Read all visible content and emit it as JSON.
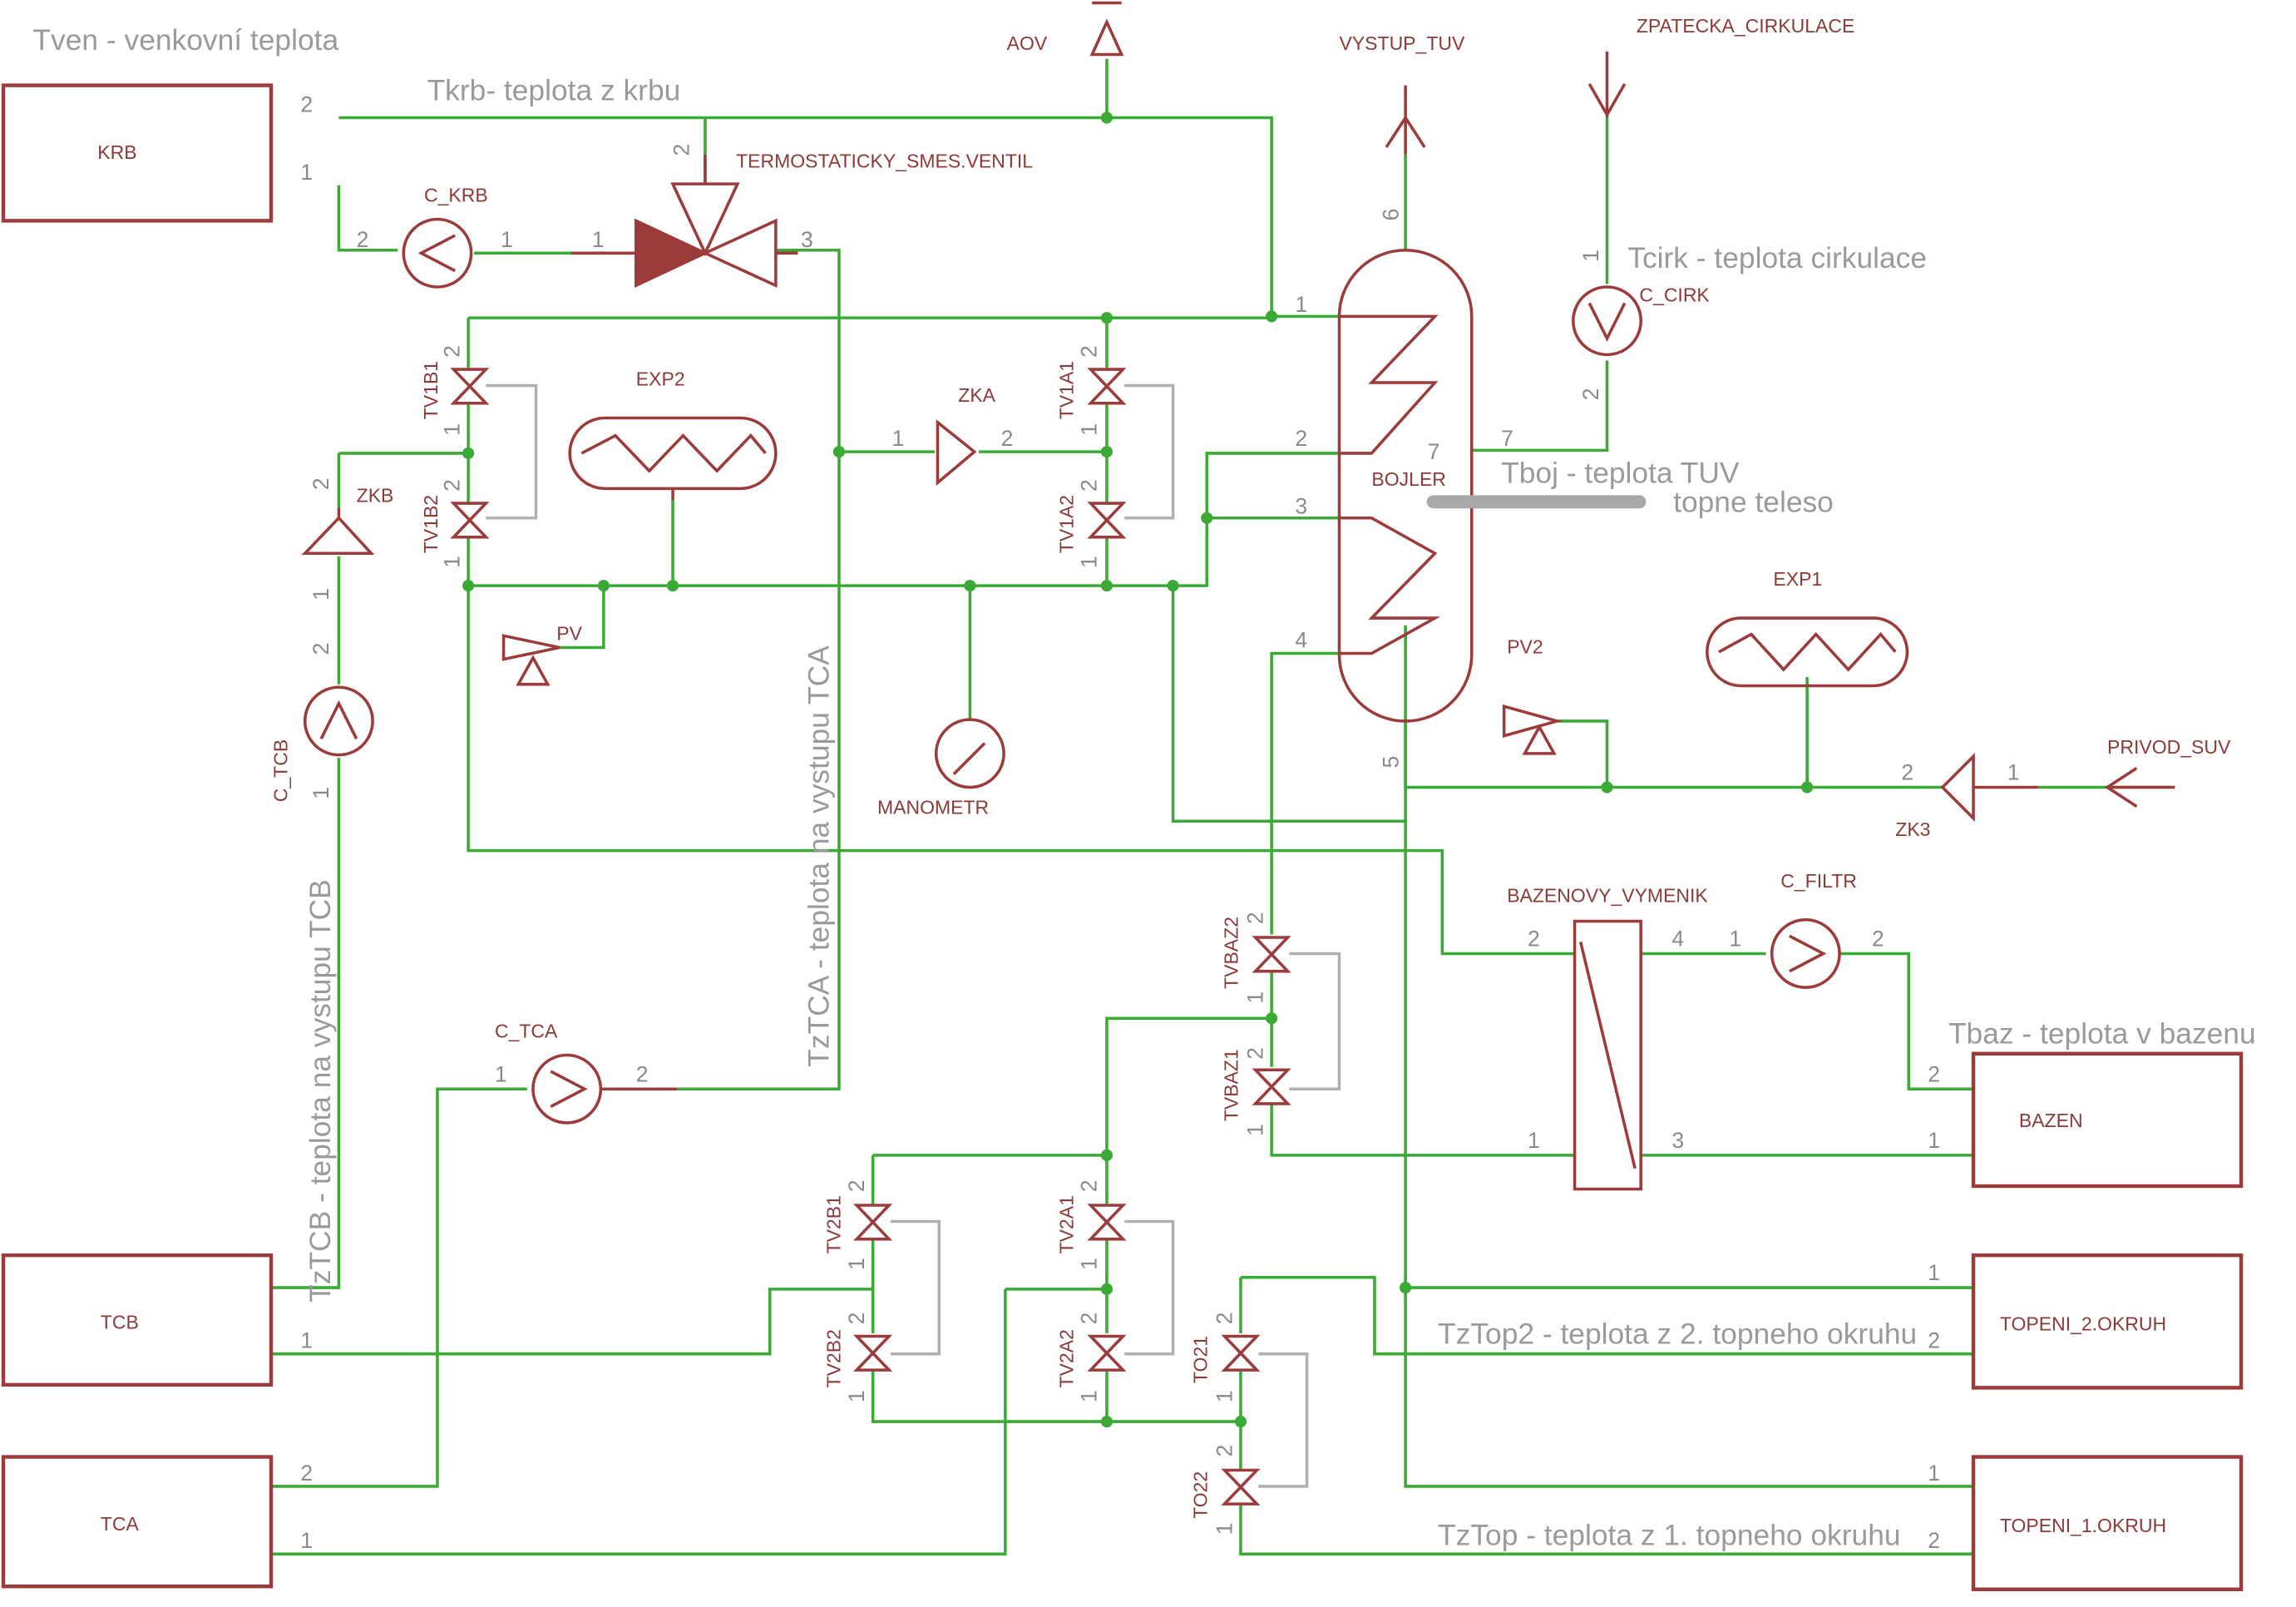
{
  "notes": {
    "tven": "Tven - venkovní teplota",
    "tkrb": "Tkrb- teplota z krbu",
    "tcirk": "Tcirk - teplota cirkulace",
    "tboj": "Tboj - teplota TUV",
    "teleso": "topne teleso",
    "tztca": "TzTCA - teplota na vystupu TCA",
    "tztcb": "TzTCB - teplota na vystupu TCB",
    "tbaz": "Tbaz - teplota v bazenu",
    "tztop2": "TzTop2 - teplota z 2. topneho okruhu",
    "tztop": "TzTop - teplota z 1. topneho okruhu"
  },
  "blocks": {
    "krb": "KRB",
    "tcb": "TCB",
    "tca": "TCA",
    "bazen": "BAZEN",
    "topeni2": "TOPENI_2.OKRUH",
    "topeni1": "TOPENI_1.OKRUH"
  },
  "components": {
    "aov": "AOV",
    "vystup_tuv": "VYSTUP_TUV",
    "zpatecka": "ZPATECKA_CIRKULACE",
    "ventil": "TERMOSTATICKY_SMES.VENTIL",
    "c_krb": "C_KRB",
    "c_cirk": "C_CIRK",
    "bojler": "BOJLER",
    "exp2": "EXP2",
    "zka": "ZKA",
    "zkb": "ZKB",
    "pv": "PV",
    "pv2": "PV2",
    "exp1": "EXP1",
    "privod": "PRIVOD_SUV",
    "zk3": "ZK3",
    "manometr": "MANOMETR",
    "c_tcb": "C_TCB",
    "c_tca": "C_TCA",
    "c_filtr": "C_FILTR",
    "vymenik": "BAZENOVY_VYMENIK",
    "tv1b1": "TV1B1",
    "tv1b2": "TV1B2",
    "tv1a1": "TV1A1",
    "tv1a2": "TV1A2",
    "tvbaz2": "TVBAZ2",
    "tvbaz1": "TVBAZ1",
    "tv2b1": "TV2B1",
    "tv2b2": "TV2B2",
    "tv2a1": "TV2A1",
    "tv2a2": "TV2A2",
    "to21": "TO21",
    "to22": "TO22"
  },
  "pins": {
    "p1": "1",
    "p2": "2",
    "p3": "3",
    "p4": "4",
    "p5": "5",
    "p6": "6",
    "p7": "7"
  },
  "colors": {
    "wire": "#3aaa35",
    "symbol": "#9b3b3b",
    "annotation": "#9a9a9a"
  }
}
